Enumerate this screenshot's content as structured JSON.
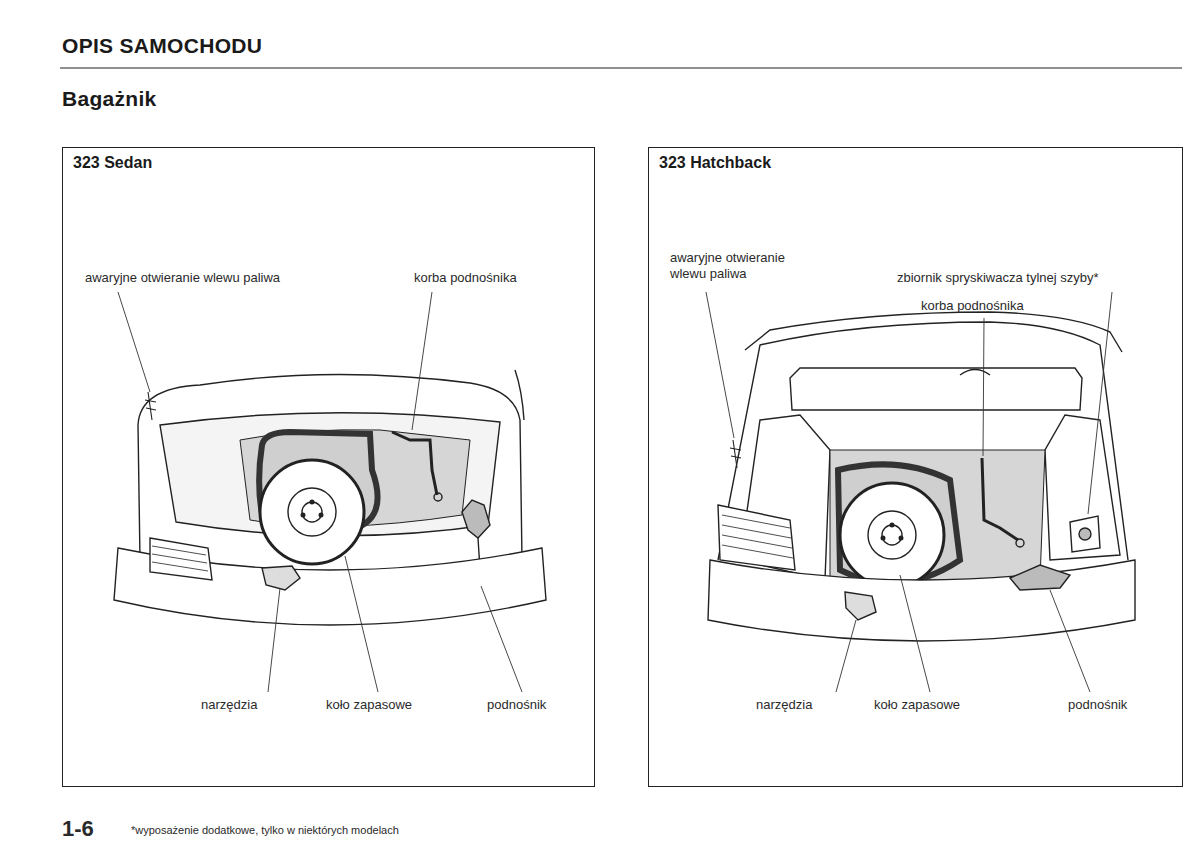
{
  "diagram": {
    "title": "OPIS SAMOCHODU",
    "nodes": [
      {
        "text": [
          "323 Sedan"
        ]
      },
      {
        "text": [
          "323 Hatchback"
        ]
      }
    ],
    "labels": [
      "Bagażnik",
      "awaryjne otwieranie wlewu paliwa",
      "korba podnośnika",
      "narzędzia",
      "koło zapasowe",
      "podnośnik",
      "awaryjne otwieranie wlewu paliwa",
      "zbiornik spryskiwacza tylnej szyby*",
      "korba podnośnika",
      "narzędzia",
      "koło zapasowe",
      "podnośnik",
      "1-6",
      "*wyposażenie dodatkowe, tylko w niektórych modelach"
    ]
  }
}
